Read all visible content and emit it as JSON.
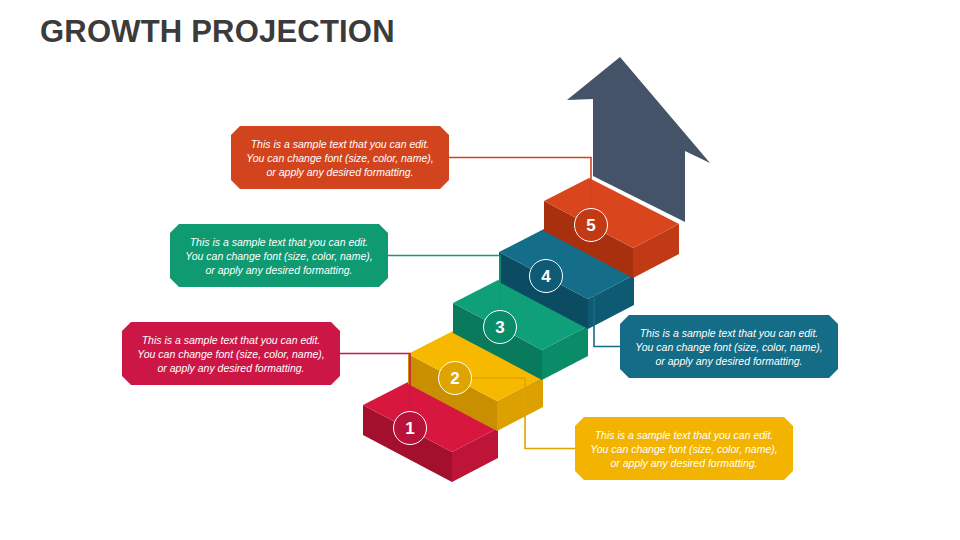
{
  "diagram": {
    "title": "GROWTH PROJECTION",
    "nodes": [
      {
        "text": [
          "1"
        ]
      },
      {
        "text": [
          "2"
        ]
      },
      {
        "text": [
          "3"
        ]
      },
      {
        "text": [
          "4"
        ]
      },
      {
        "text": [
          "5"
        ]
      },
      {
        "text": [
          "This is a sample text that you can edit. You can change font (size, color, name), or apply any desired formatting."
        ]
      },
      {
        "text": [
          "This is a sample text that you can edit. You can change font (size, color, name), or apply any desired formatting."
        ]
      },
      {
        "text": [
          "This is a sample text that you can edit. You can change font (size, color, name), or apply any desired formatting."
        ]
      },
      {
        "text": [
          "This is a sample text that you can edit. You can change font (size, color, name), or apply any desired formatting."
        ]
      },
      {
        "text": [
          "This is a sample text that you can edit. You can change font (size, color, name), or apply any desired formatting."
        ]
      }
    ],
    "edges": [
      {
        "from": 0,
        "to": 5,
        "arrow": "none"
      },
      {
        "from": 1,
        "to": 6,
        "arrow": "none"
      },
      {
        "from": 2,
        "to": 7,
        "arrow": "none"
      },
      {
        "from": 3,
        "to": 8,
        "arrow": "none"
      },
      {
        "from": 4,
        "to": 9,
        "arrow": "none"
      }
    ]
  }
}
